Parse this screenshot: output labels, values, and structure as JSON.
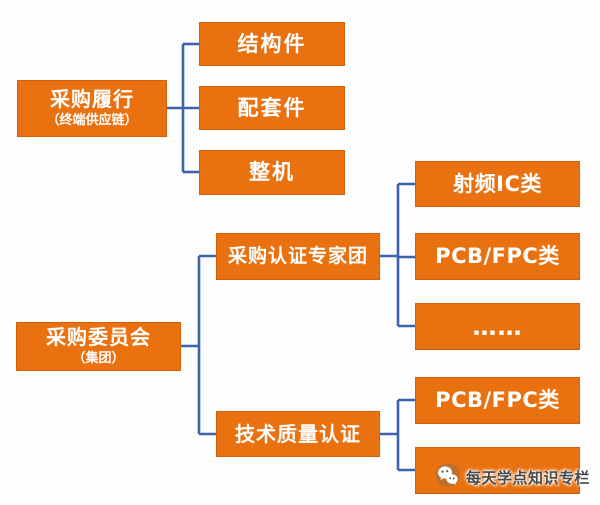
{
  "colors": {
    "box_orange": "#e9710f",
    "connector_blue": "#3c64aa",
    "background": "#fdfdfd",
    "watermark_text": "#4a4a4a"
  },
  "diagram": {
    "left_nodes": [
      {
        "title": "采购履行",
        "subtitle": "（终端供应链）"
      },
      {
        "title": "采购委员会",
        "subtitle": "（集团）"
      }
    ],
    "fulfillment_children": [
      "结构件",
      "配套件",
      "整机"
    ],
    "committee_children": [
      "采购认证专家团",
      "技术质量认证"
    ],
    "expert_team_children": [
      "射频IC类",
      "PCB/FPC类",
      "……"
    ],
    "tech_quality_children": [
      "PCB/FPC类",
      ""
    ]
  },
  "watermark": {
    "icon": "wechat-icon",
    "text": "每天学点知识专栏"
  }
}
